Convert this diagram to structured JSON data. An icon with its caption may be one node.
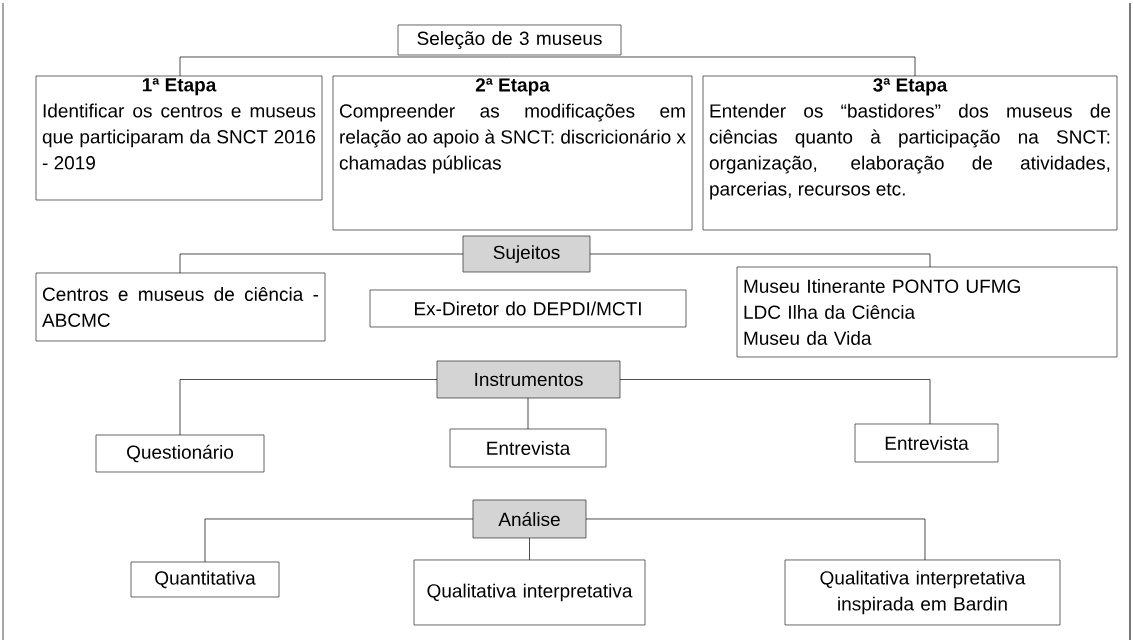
{
  "diagram": {
    "nodes": [
      {
        "text": [
          "Seleção de 3 museus"
        ]
      },
      {
        "text": [
          "1ª Etapa",
          "Identificar os centros e museus que participaram da SNCT 2016 - 2019"
        ]
      },
      {
        "text": [
          "2ª Etapa",
          "Compreender as modificações em relação ao apoio à SNCT: discricionário x chamadas públicas"
        ]
      },
      {
        "text": [
          "3ª Etapa",
          "Entender os “bastidores” dos museus de ciências quanto à participação na SNCT: organização, elaboração de atividades, parcerias, recursos etc."
        ]
      },
      {
        "text": [
          "Sujeitos"
        ]
      },
      {
        "text": [
          "Centros e museus de ciência - ABCMC"
        ]
      },
      {
        "text": [
          "Ex-Diretor do DEPDI/MCTI"
        ]
      },
      {
        "text": [
          "Museu Itinerante PONTO UFMG",
          "LDC Ilha da Ciência",
          "Museu da Vida"
        ]
      },
      {
        "text": [
          "Instrumentos"
        ]
      },
      {
        "text": [
          "Questionário"
        ]
      },
      {
        "text": [
          "Entrevista"
        ]
      },
      {
        "text": [
          "Entrevista"
        ]
      },
      {
        "text": [
          "Análise"
        ]
      },
      {
        "text": [
          "Quantitativa"
        ]
      },
      {
        "text": [
          "Qualitativa interpretativa"
        ]
      },
      {
        "text": [
          "Qualitativa interpretativa inspirada em Bardin"
        ]
      }
    ],
    "edges": [
      {
        "from": 0,
        "to": 1,
        "arrow": "none"
      },
      {
        "from": 0,
        "to": 3,
        "arrow": "none"
      },
      {
        "from": 4,
        "to": 5,
        "arrow": "none"
      },
      {
        "from": 4,
        "to": 7,
        "arrow": "none"
      },
      {
        "from": 8,
        "to": 9,
        "arrow": "none"
      },
      {
        "from": 8,
        "to": 10,
        "arrow": "none"
      },
      {
        "from": 8,
        "to": 11,
        "arrow": "none"
      },
      {
        "from": 12,
        "to": 13,
        "arrow": "none"
      },
      {
        "from": 12,
        "to": 14,
        "arrow": "none"
      },
      {
        "from": 12,
        "to": 15,
        "arrow": "none"
      }
    ]
  }
}
